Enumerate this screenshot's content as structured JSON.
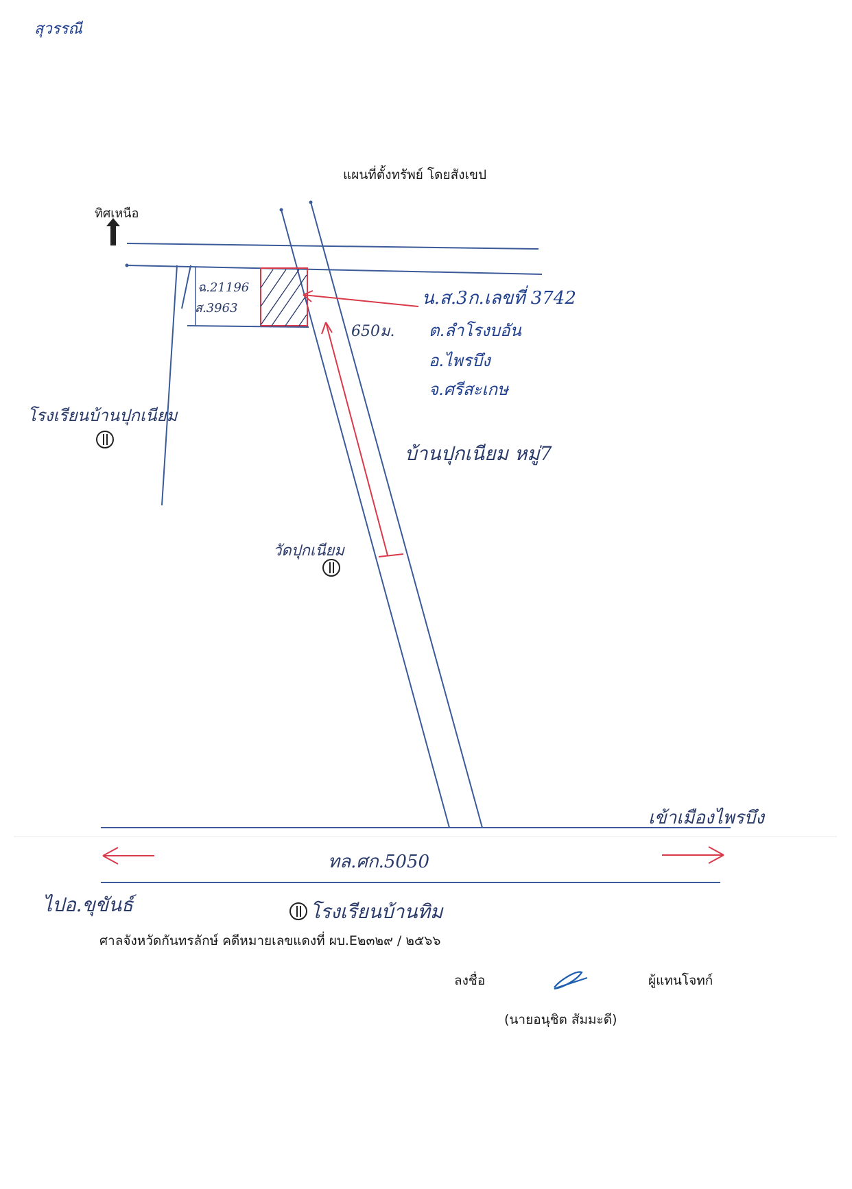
{
  "header": {
    "corner_note": "สุวรรณี",
    "title": "แผนที่ตั้งทรัพย์ โดยสังเขป"
  },
  "compass": {
    "label": "ทิศเหนือ",
    "icon": "north-arrow-icon"
  },
  "parcel": {
    "deed_line1": "ฉ.21196",
    "deed_line2": "ส.3963"
  },
  "property_address": {
    "line1": "น.ส.3ก.เลขที่ 3742",
    "line2": "ต.ลำโรงบอัน",
    "line3": "อ.ไพรบึง",
    "line4": "จ.ศรีสะเกษ"
  },
  "distance": {
    "label": "650ม."
  },
  "landmarks": {
    "school_pukniam": "โรงเรียนบ้านปุกเนียม",
    "village": "บ้านปุกเนียม หมู่7",
    "temple": "วัดปุกเนียม",
    "to_town": "เข้าเมืองไพรบึง",
    "to_district": "ไปอ.ขุขันธ์",
    "school_bantim": "โรงเรียนบ้านทิม"
  },
  "road": {
    "label": "ทล.ศก.5050"
  },
  "footer": {
    "court_case": "ศาลจังหวัดกันทรลักษ์  คดีหมายเลขแดงที่ ผบ.E๒๓๒๙ / ๒๕๖๖",
    "sign_label": "ลงชื่อ",
    "signer_role": "ผู้แทนโจทก์",
    "signer_name": "(นายอนุชิต  สัมมะดี)"
  },
  "colors": {
    "road_line": "#3b5a99",
    "annotation_red": "#d93a4a",
    "handwriting_blue": "#1f3f8f"
  }
}
